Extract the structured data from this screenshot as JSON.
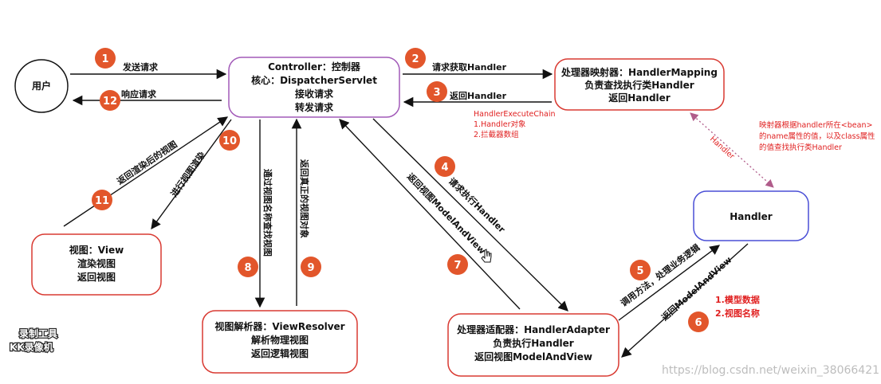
{
  "nodes": {
    "user": "用户",
    "controller": [
      "Controller：控制器",
      "核心：DispatcherServlet",
      "接收请求",
      "转发请求"
    ],
    "handler_mapping": [
      "处理器映射器：HandlerMapping",
      "负责查找执行类Handler",
      "返回Handler"
    ],
    "handler": "Handler",
    "view": [
      "视图：View",
      "渲染视图",
      "返回视图"
    ],
    "view_resolver": [
      "视图解析器：ViewResolver",
      "解析物理视图",
      "返回逻辑视图"
    ],
    "handler_adapter": [
      "处理器适配器：HandlerAdapter",
      "负责执行Handler",
      "返回视图ModelAndView"
    ]
  },
  "steps": {
    "s1": {
      "num": "1",
      "label": "发送请求"
    },
    "s2": {
      "num": "2",
      "label": "请求获取Handler"
    },
    "s3": {
      "num": "3",
      "label": "返回Handler"
    },
    "s4": {
      "num": "4",
      "label": "请求执行Handler"
    },
    "s5": {
      "num": "5",
      "label": "调用方法，处理业务逻辑"
    },
    "s6": {
      "num": "6",
      "label": "返回ModelAndView"
    },
    "s7": {
      "num": "7",
      "label": "返回视图ModelAndView"
    },
    "s8": {
      "num": "8",
      "label": "通过视图名称查找视图"
    },
    "s9": {
      "num": "9",
      "label": "返回真正的视图对象"
    },
    "s10": {
      "num": "10",
      "label": "进行视图渲染"
    },
    "s11": {
      "num": "11",
      "label": "返回渲染后的视图"
    },
    "s12": {
      "num": "12",
      "label": "响应请求"
    }
  },
  "notes": {
    "execution_chain": [
      "HandlerExecuteChain",
      "1.Handler对象",
      "2.拦截器数组"
    ],
    "mapping_note": [
      "映射器根据handler所在<bean>",
      "的name属性的值，以及class属性",
      "的值查找执行类Handler"
    ],
    "handler_link": "Handler",
    "model_notes": [
      "1.模型数据",
      "2.视图名称"
    ]
  },
  "watermarks": {
    "recorder": [
      "录制工具",
      "KK录像机"
    ],
    "url": "https://blog.csdn.net/weixin_38066421"
  },
  "colors": {
    "red_border": "#d93a32",
    "purple_border": "#a25ab8",
    "blue_border": "#4a4fd6",
    "badge_fill": "#e2562b",
    "note_red": "#e02020",
    "arrow": "#111111",
    "dashed_arrow": "#b05c8a"
  }
}
